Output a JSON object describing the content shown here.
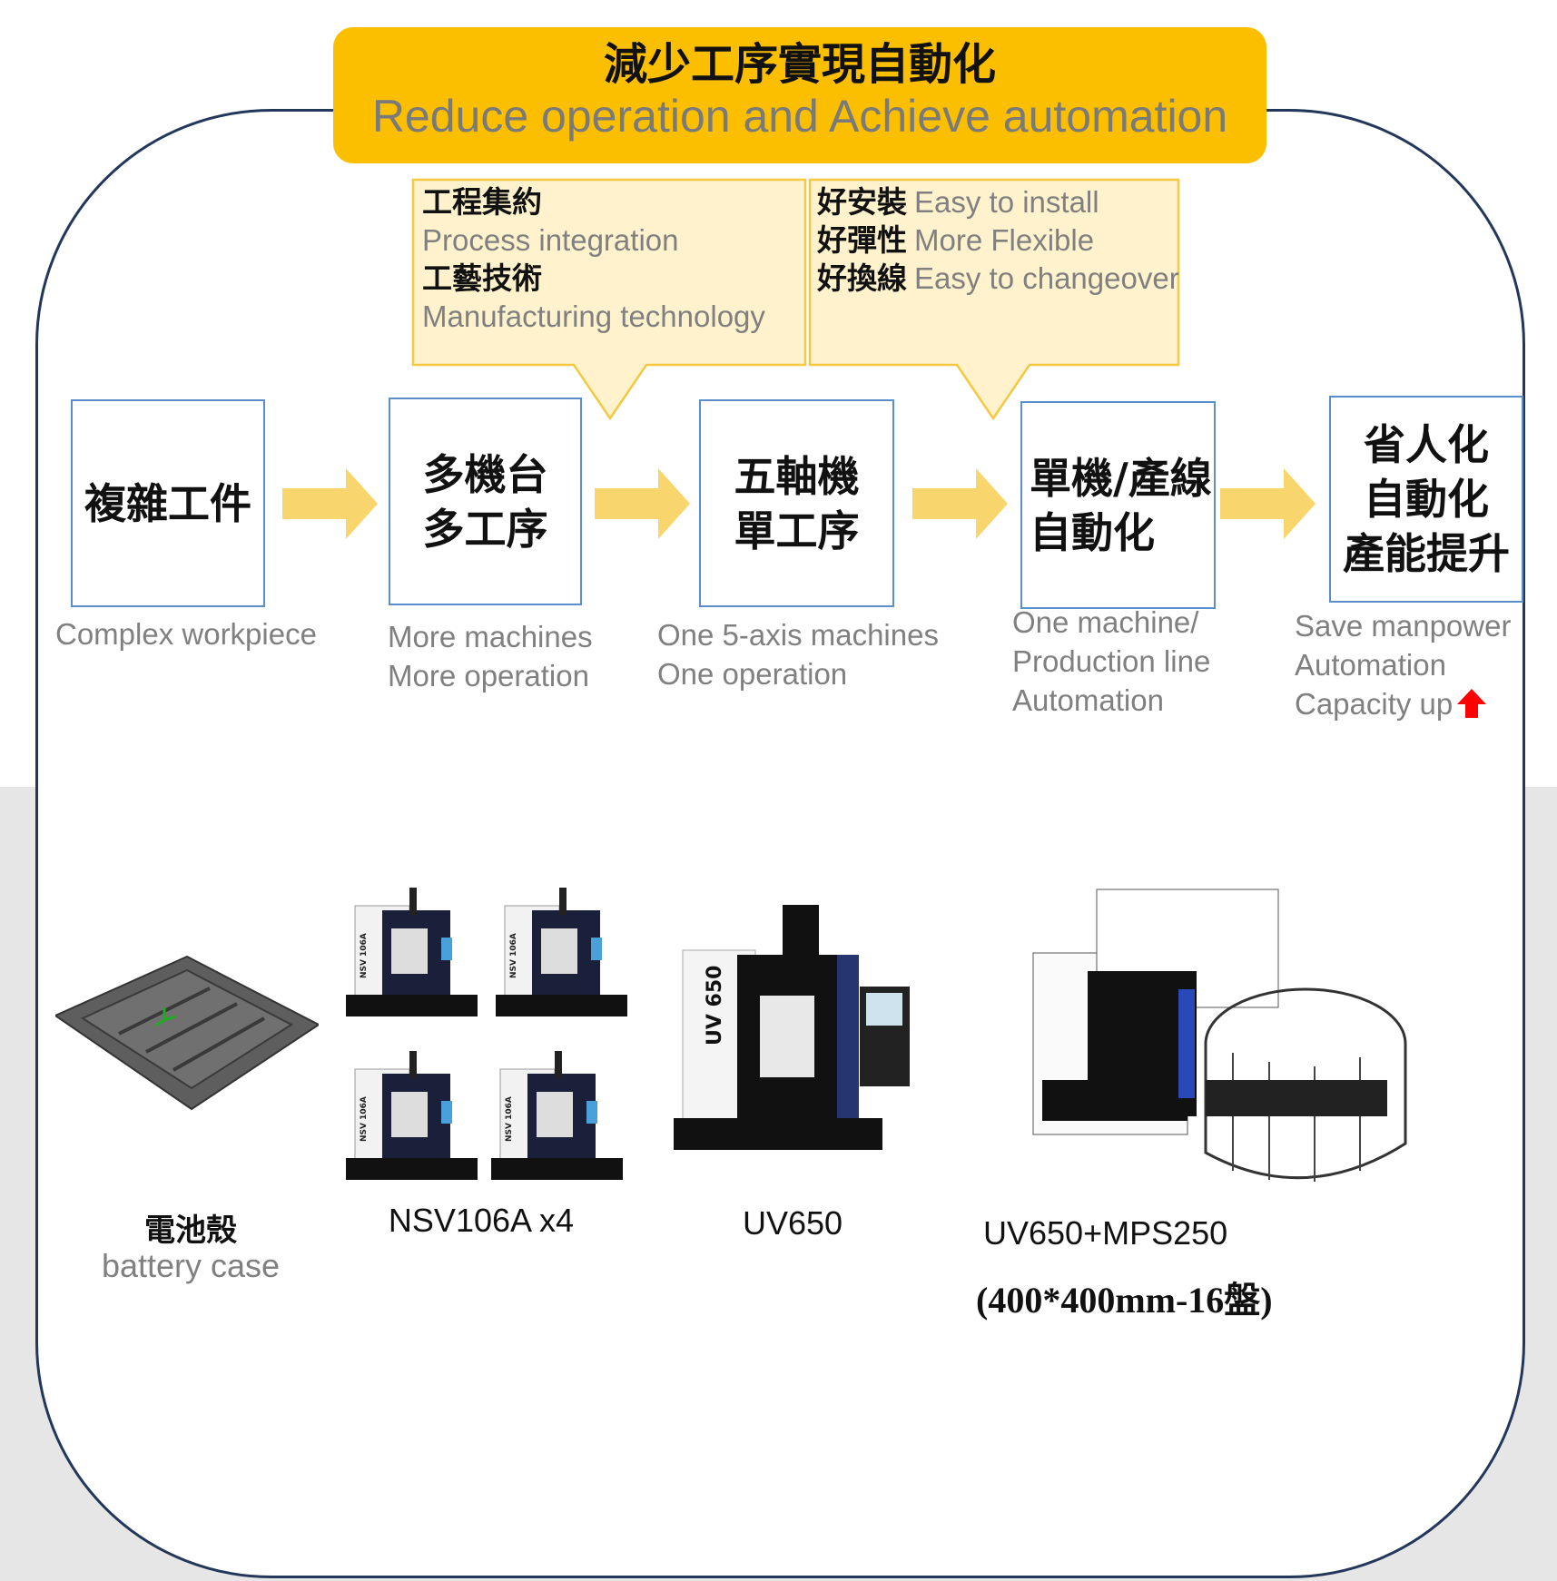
{
  "title": {
    "zh": "減少工序實現自動化",
    "en": "Reduce operation and Achieve automation"
  },
  "callouts": [
    {
      "lines": [
        {
          "zh": "工程集約"
        },
        {
          "en": "Process integration"
        },
        {
          "zh": "工藝技術"
        },
        {
          "en": "Manufacturing technology"
        }
      ]
    },
    {
      "lines": [
        {
          "zh": "好安裝",
          "en": "Easy to install"
        },
        {
          "zh": "好彈性",
          "en": "More Flexible"
        },
        {
          "zh": "好換線",
          "en": "Easy to changeover"
        }
      ]
    }
  ],
  "steps": [
    {
      "zh": "複雜工件",
      "caption": "Complex workpiece"
    },
    {
      "zh": "多機台\n多工序",
      "caption": "More machines\nMore operation"
    },
    {
      "zh": "五軸機\n單工序",
      "caption": "One 5-axis machines\nOne operation"
    },
    {
      "zh": "單機/產線\n自動化",
      "caption": "One machine/\nProduction line\nAutomation"
    },
    {
      "zh": "省人化\n自動化\n產能提升",
      "caption": "Save manpower\nAutomation\nCapacity up"
    }
  ],
  "products": [
    {
      "zh": "電池殼",
      "en": "battery case"
    },
    {
      "name": "NSV106A x4",
      "machine_mark": "NSV 106A"
    },
    {
      "name": "UV650",
      "machine_mark": "UV 650"
    },
    {
      "name": "UV650+MPS250",
      "spec": "(400*400mm-16盤)"
    }
  ],
  "colors": {
    "title_bg": "#fbbf00",
    "callout_bg": "#fff2cc",
    "arrow": "#f9d56e",
    "box_border": "#5b8fc9",
    "frame": "#22375a",
    "up_arrow": "#ff0000"
  }
}
